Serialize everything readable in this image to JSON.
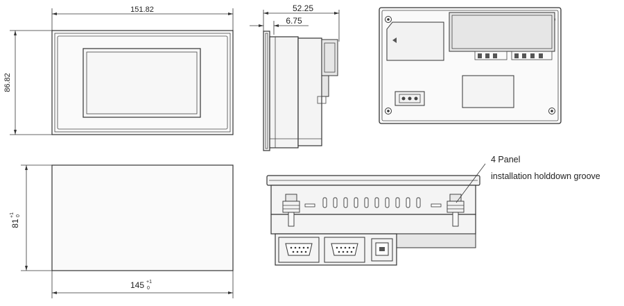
{
  "front_view": {
    "width_dim": "151.82",
    "height_dim": "86.82"
  },
  "side_view": {
    "depth_dim": "52.25",
    "bezel_dim": "6.75"
  },
  "cutout_view": {
    "height_dim": "81",
    "height_tol_plus": "+1",
    "height_tol_zero": "0",
    "width_dim": "145",
    "width_tol_plus": "+1",
    "width_tol_zero": "0"
  },
  "bottom_view": {
    "callout_line1": "4 Panel",
    "callout_line2": "installation holddown groove"
  }
}
